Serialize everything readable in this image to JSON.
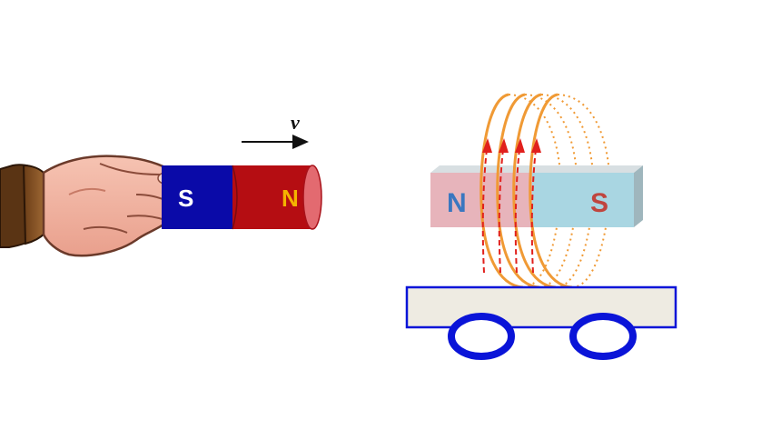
{
  "left_scene": {
    "velocity_label": "v",
    "hand_magnet": {
      "south_label": "S",
      "north_label": "N",
      "colors": {
        "south": "#0a0aa8",
        "north": "#b50d12",
        "south_text": "#ffffff",
        "north_text": "#f4b400"
      }
    }
  },
  "right_scene": {
    "cart_magnet": {
      "north_label": "N",
      "south_label": "S",
      "colors": {
        "north_fill": "#e7b4bb",
        "south_fill": "#a9d6e2",
        "north_text": "#3a77c0",
        "south_text": "#c0453e"
      }
    },
    "coil": {
      "loops": 4,
      "colors": {
        "wire": "#f09a35",
        "current_arrows": "#e1201c"
      }
    },
    "cart": {
      "colors": {
        "body": "#eeebe2",
        "outline": "#0a14d8",
        "wheels": "#0a14d8"
      }
    }
  }
}
